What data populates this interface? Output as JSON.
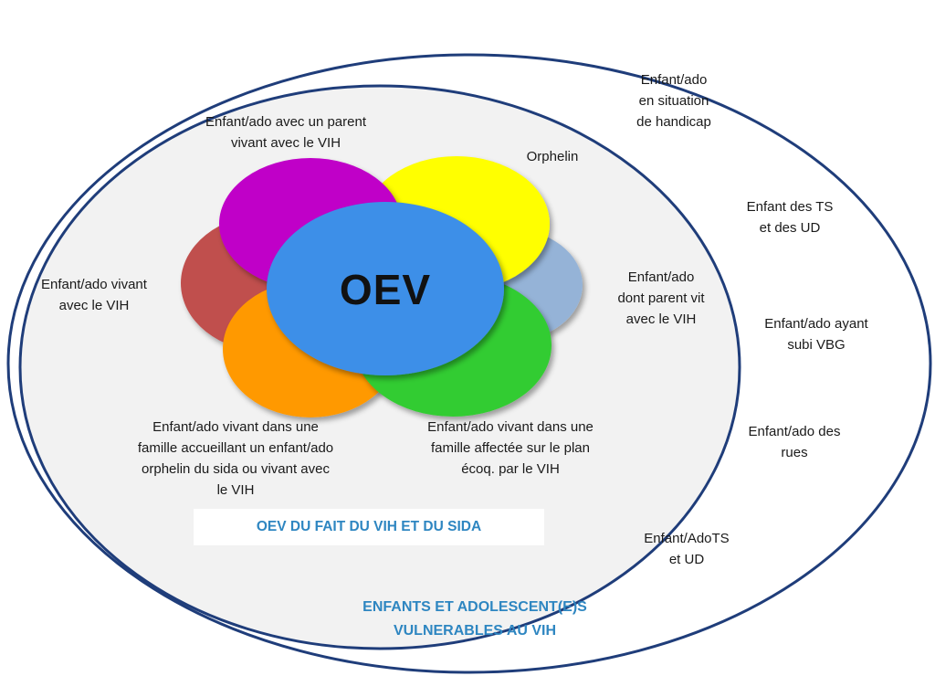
{
  "diagram": {
    "center_label": "OEV",
    "inner_title": "OEV DU FAIT DU VIH ET DU SIDA",
    "outer_title": "ENFANTS ET ADOLESCENT(E)S\nVULNERABLES AU VIH",
    "inner_labels": {
      "parent_vih": "Enfant/ado avec un parent\nvivant avec le VIH",
      "orphelin": "Orphelin",
      "vivant_vih": "Enfant/ado vivant\navec le VIH",
      "dont_parent": "Enfant/ado\ndont parent vit\navec le VIH",
      "famille_accueillant": "Enfant/ado vivant dans une\nfamille accueillant un enfant/ado\norphelin du sida ou vivant avec\nle VIH",
      "famille_affectee": "Enfant/ado vivant dans une\nfamille affectée  sur le plan\nécoq. par le VIH"
    },
    "outer_labels": {
      "handicap": "Enfant/ado\nen situation\nde handicap",
      "ts_ud": "Enfant des TS\net des UD",
      "vbg": "Enfant/ado ayant\nsubi VBG",
      "rues": "Enfant/ado des\nrues",
      "adots": "Enfant/AdoTS\net UD"
    },
    "colors": {
      "center": "#3d8fe8",
      "magenta": "#c000c8",
      "yellow": "#ffff00",
      "red": "#c0504d",
      "light_blue": "#95b3d7",
      "orange": "#ff9900",
      "green": "#33cc33",
      "outline": "#1f3d7a",
      "inner_fill": "#f2f2f2",
      "title_blue": "#2e86c1"
    }
  }
}
